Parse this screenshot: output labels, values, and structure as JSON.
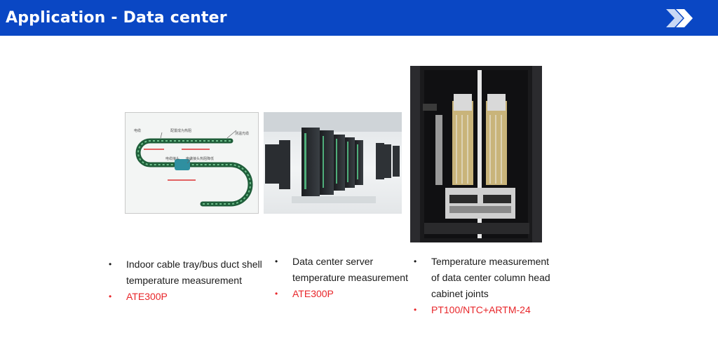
{
  "header": {
    "title": "Application - Data center",
    "background_color": "#0a47c4",
    "icon": "double-chevron-right-icon"
  },
  "images": [
    {
      "name": "cable-tray-diagram",
      "labels": [
        "电缆",
        "配置成为热阻",
        "电缆接头",
        "电缆接头热阻降低",
        "测温光缆"
      ]
    },
    {
      "name": "data-center-servers-photo"
    },
    {
      "name": "column-head-cabinet-photo"
    }
  ],
  "columns": [
    {
      "description": "Indoor cable tray/bus duct shell temperature measurement",
      "product": "ATE300P"
    },
    {
      "description": "Data center server temperature measurement",
      "product": "ATE300P"
    },
    {
      "description": "Temperature measurement of data center column head cabinet joints",
      "product": "PT100/NTC+ARTM-24"
    }
  ],
  "colors": {
    "product_text": "#e8262a",
    "body_text": "#1a1a1a"
  }
}
